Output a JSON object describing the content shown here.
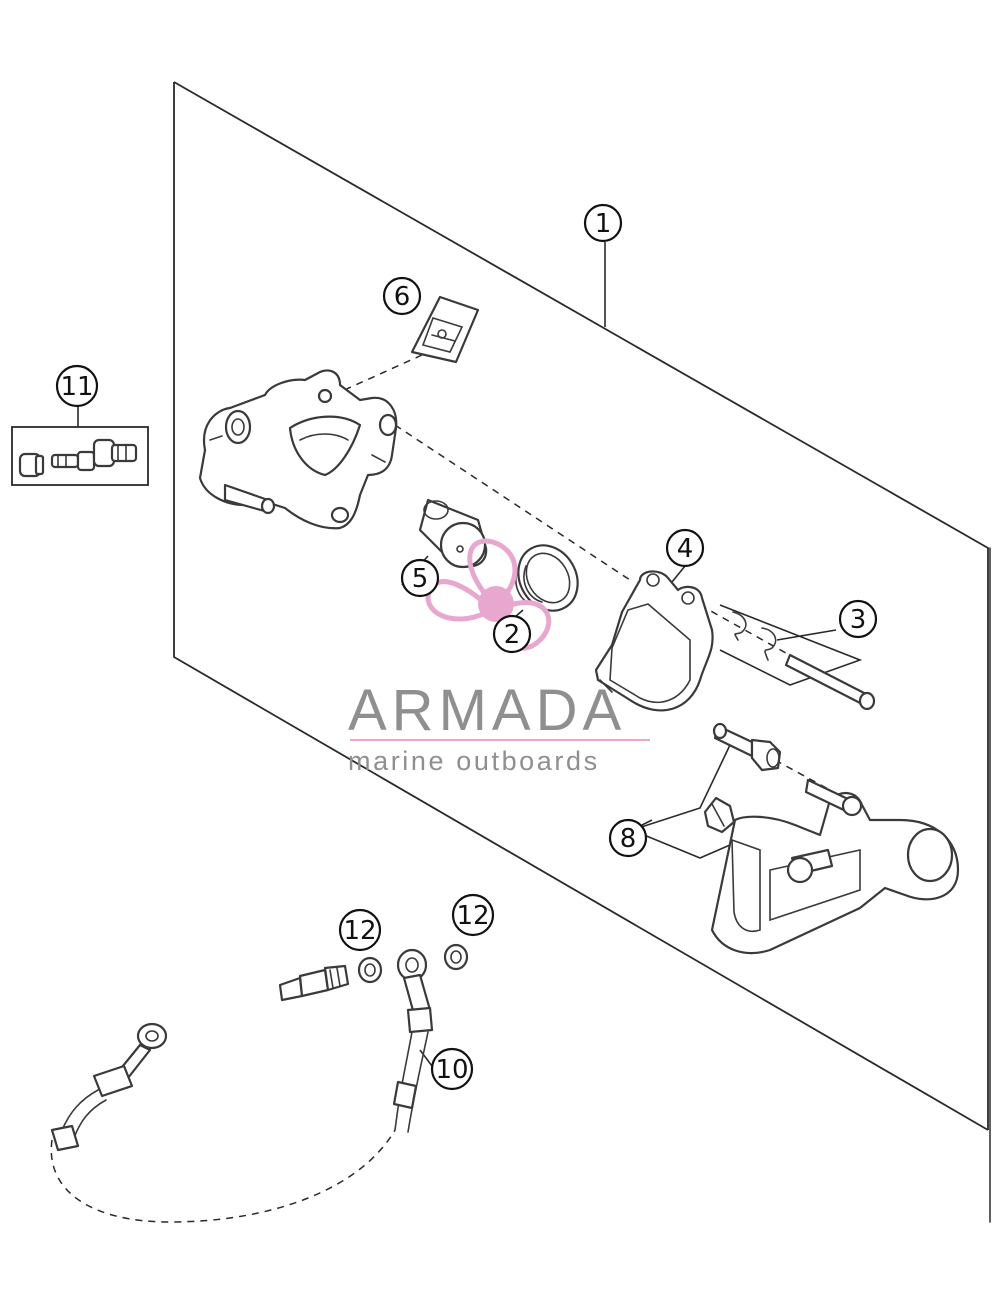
{
  "callouts": [
    {
      "id": "c1",
      "label": "1"
    },
    {
      "id": "c2",
      "label": "2"
    },
    {
      "id": "c3",
      "label": "3"
    },
    {
      "id": "c4",
      "label": "4"
    },
    {
      "id": "c5",
      "label": "5"
    },
    {
      "id": "c6",
      "label": "6"
    },
    {
      "id": "c8",
      "label": "8"
    },
    {
      "id": "c10",
      "label": "10"
    },
    {
      "id": "c11",
      "label": "11"
    },
    {
      "id": "c12a",
      "label": "12"
    },
    {
      "id": "c12b",
      "label": "12"
    }
  ],
  "watermark": {
    "brand": "ARMADA",
    "tagline": "marine outboards",
    "logo_color": "#e8a7cf",
    "text_color": "#8f8f8f"
  }
}
